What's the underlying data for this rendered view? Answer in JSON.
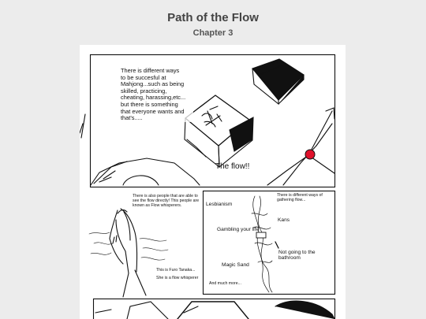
{
  "header": {
    "title": "Path of the Flow",
    "chapter": "Chapter 3"
  },
  "panel1": {
    "intro_text": "There is different ways\nto be succesful at\nMahjong...such as being\nskilled, practicing,\ncheating, harassing,etc...\n but there is something\n that everyone wants and\nthat's.....",
    "flow_exclaim": "The flow!!"
  },
  "panel2": {
    "whisperer_caption": "There is also people that are able to\nsee the flow directly! This people are\nknown as Flow whisperers.",
    "character_intro": "This is Furo Tanaka...",
    "character_role": "She is a flow whisperer"
  },
  "panel3": {
    "caption": "There is different ways of\ngathering flow...",
    "methods": [
      "Lesbianism",
      "Kans",
      "Gambling your life",
      "Not going to the\nbathroom",
      "Magic Sand",
      "And much more..."
    ]
  },
  "colors": {
    "background": "#ececec",
    "paper": "#ffffff",
    "ink": "#111111",
    "accent_red": "#e0112b"
  }
}
